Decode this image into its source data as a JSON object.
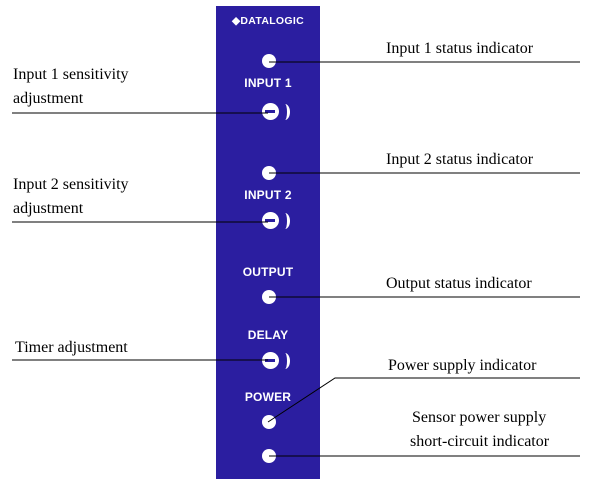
{
  "panel": {
    "brand": "◆DATALOGIC",
    "labels": {
      "input1": "INPUT 1",
      "input2": "INPUT 2",
      "output": "OUTPUT",
      "delay": "DELAY",
      "power": "POWER"
    },
    "panel_color": "#2b1ea0"
  },
  "callouts": {
    "input1_status": "Input 1 status indicator",
    "input1_sens_l1": "Input 1 sensitivity",
    "input1_sens_l2": "adjustment",
    "input2_status": "Input 2 status indicator",
    "input2_sens_l1": "Input 2 sensitivity",
    "input2_sens_l2": "adjustment",
    "output_status": "Output status indicator",
    "timer": "Timer adjustment",
    "power_supply": "Power supply indicator",
    "short_l1": "Sensor power supply",
    "short_l2": "short-circuit indicator"
  }
}
